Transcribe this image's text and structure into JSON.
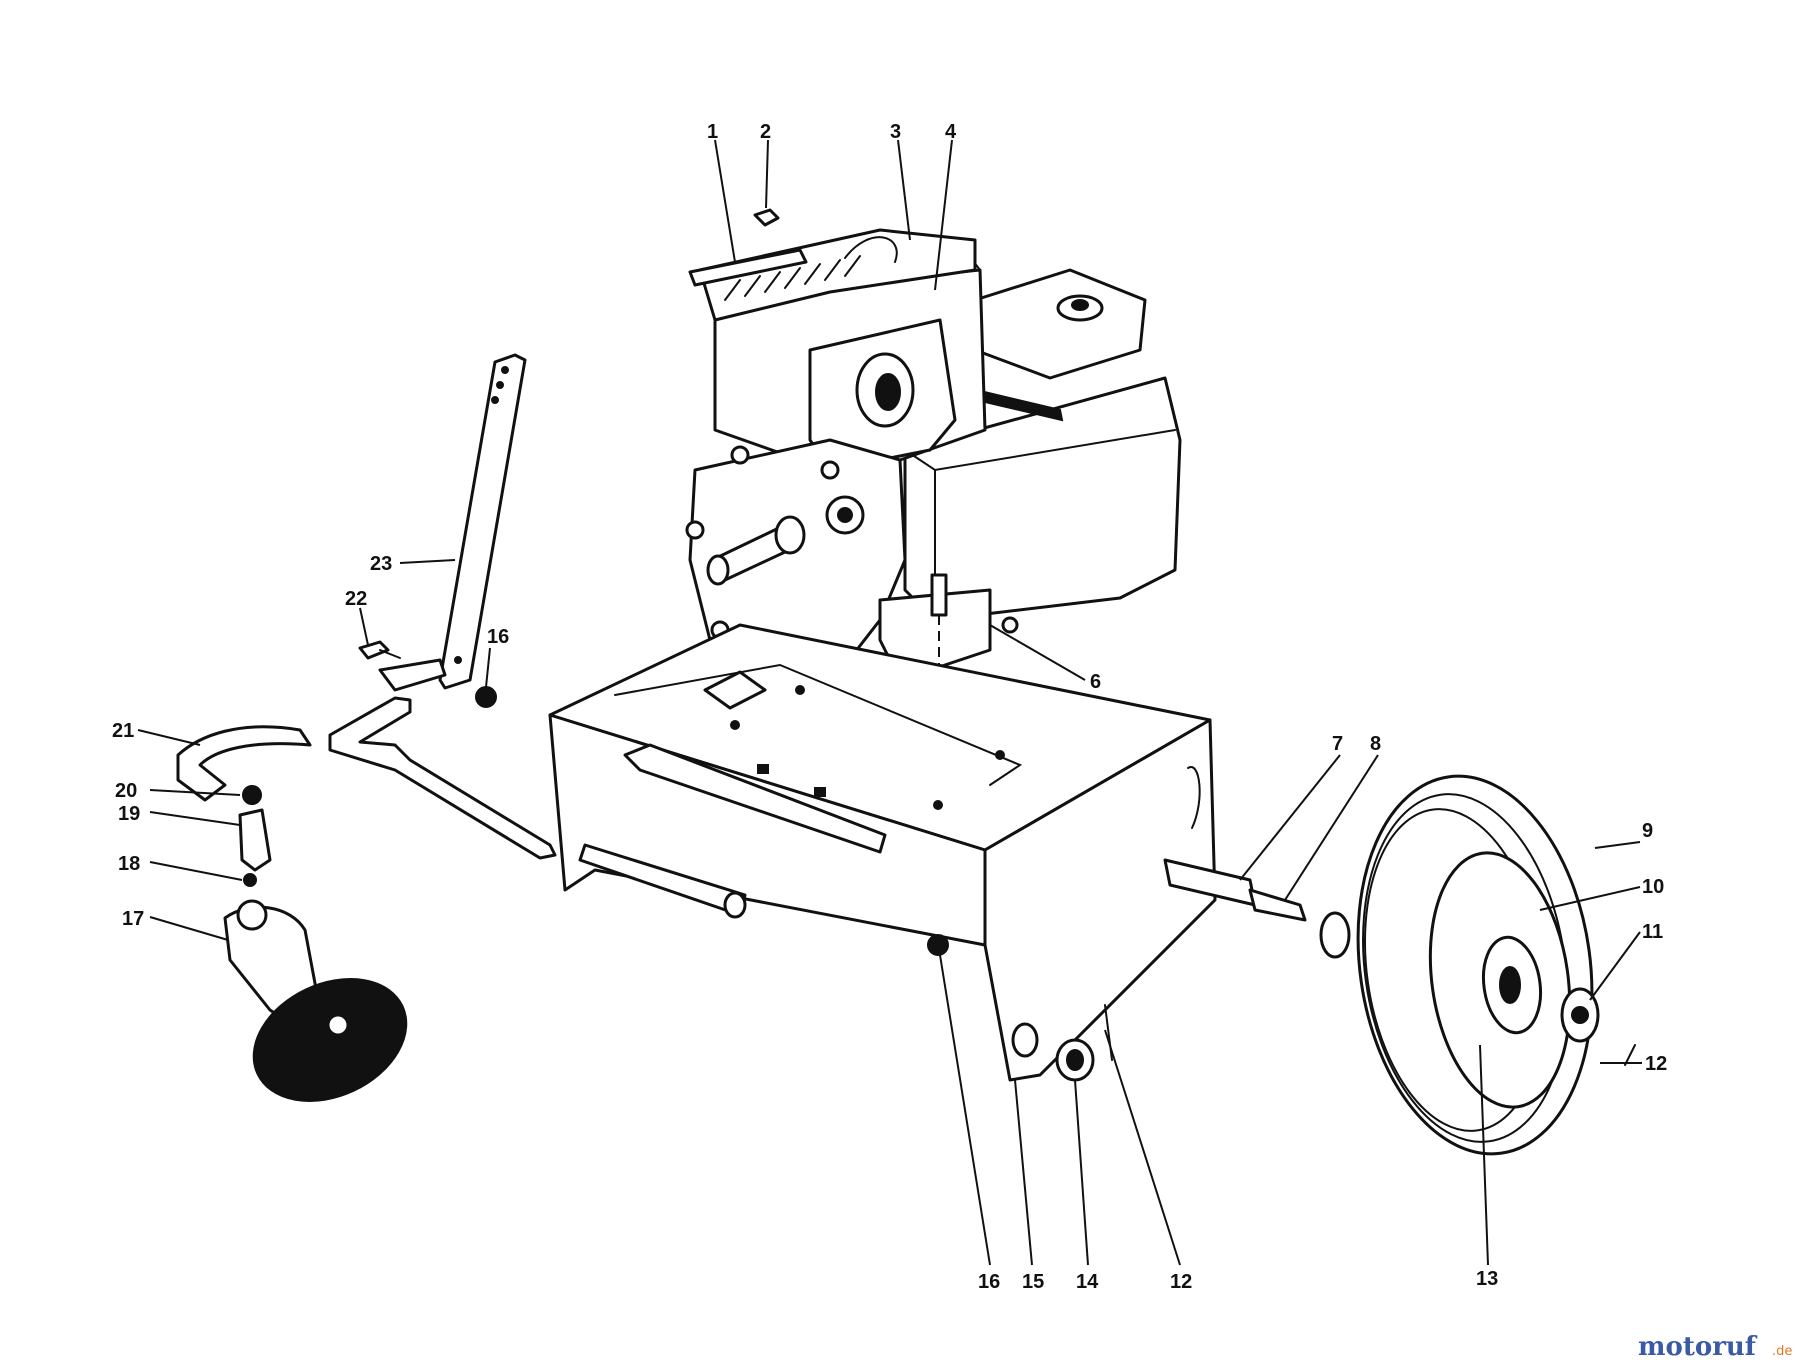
{
  "callouts": [
    {
      "id": "c1",
      "label": "1"
    },
    {
      "id": "c2",
      "label": "2"
    },
    {
      "id": "c3",
      "label": "3"
    },
    {
      "id": "c4",
      "label": "4"
    },
    {
      "id": "c6",
      "label": "6"
    },
    {
      "id": "c7",
      "label": "7"
    },
    {
      "id": "c8",
      "label": "8"
    },
    {
      "id": "c9",
      "label": "9"
    },
    {
      "id": "c10",
      "label": "10"
    },
    {
      "id": "c11",
      "label": "11"
    },
    {
      "id": "c12a",
      "label": "12"
    },
    {
      "id": "c12b",
      "label": "12"
    },
    {
      "id": "c13",
      "label": "13"
    },
    {
      "id": "c14",
      "label": "14"
    },
    {
      "id": "c15",
      "label": "15"
    },
    {
      "id": "c16a",
      "label": "16"
    },
    {
      "id": "c16b",
      "label": "16"
    },
    {
      "id": "c17",
      "label": "17"
    },
    {
      "id": "c18",
      "label": "18"
    },
    {
      "id": "c19",
      "label": "19"
    },
    {
      "id": "c20",
      "label": "20"
    },
    {
      "id": "c21",
      "label": "21"
    },
    {
      "id": "c22",
      "label": "22"
    },
    {
      "id": "c23",
      "label": "23"
    }
  ],
  "watermark": {
    "brand": "motoruf",
    "suffix": ".de"
  },
  "colors": {
    "line": "#111111",
    "background": "#ffffff",
    "watermark_a": "#3a5aa8",
    "watermark_b": "#e07a1f"
  }
}
